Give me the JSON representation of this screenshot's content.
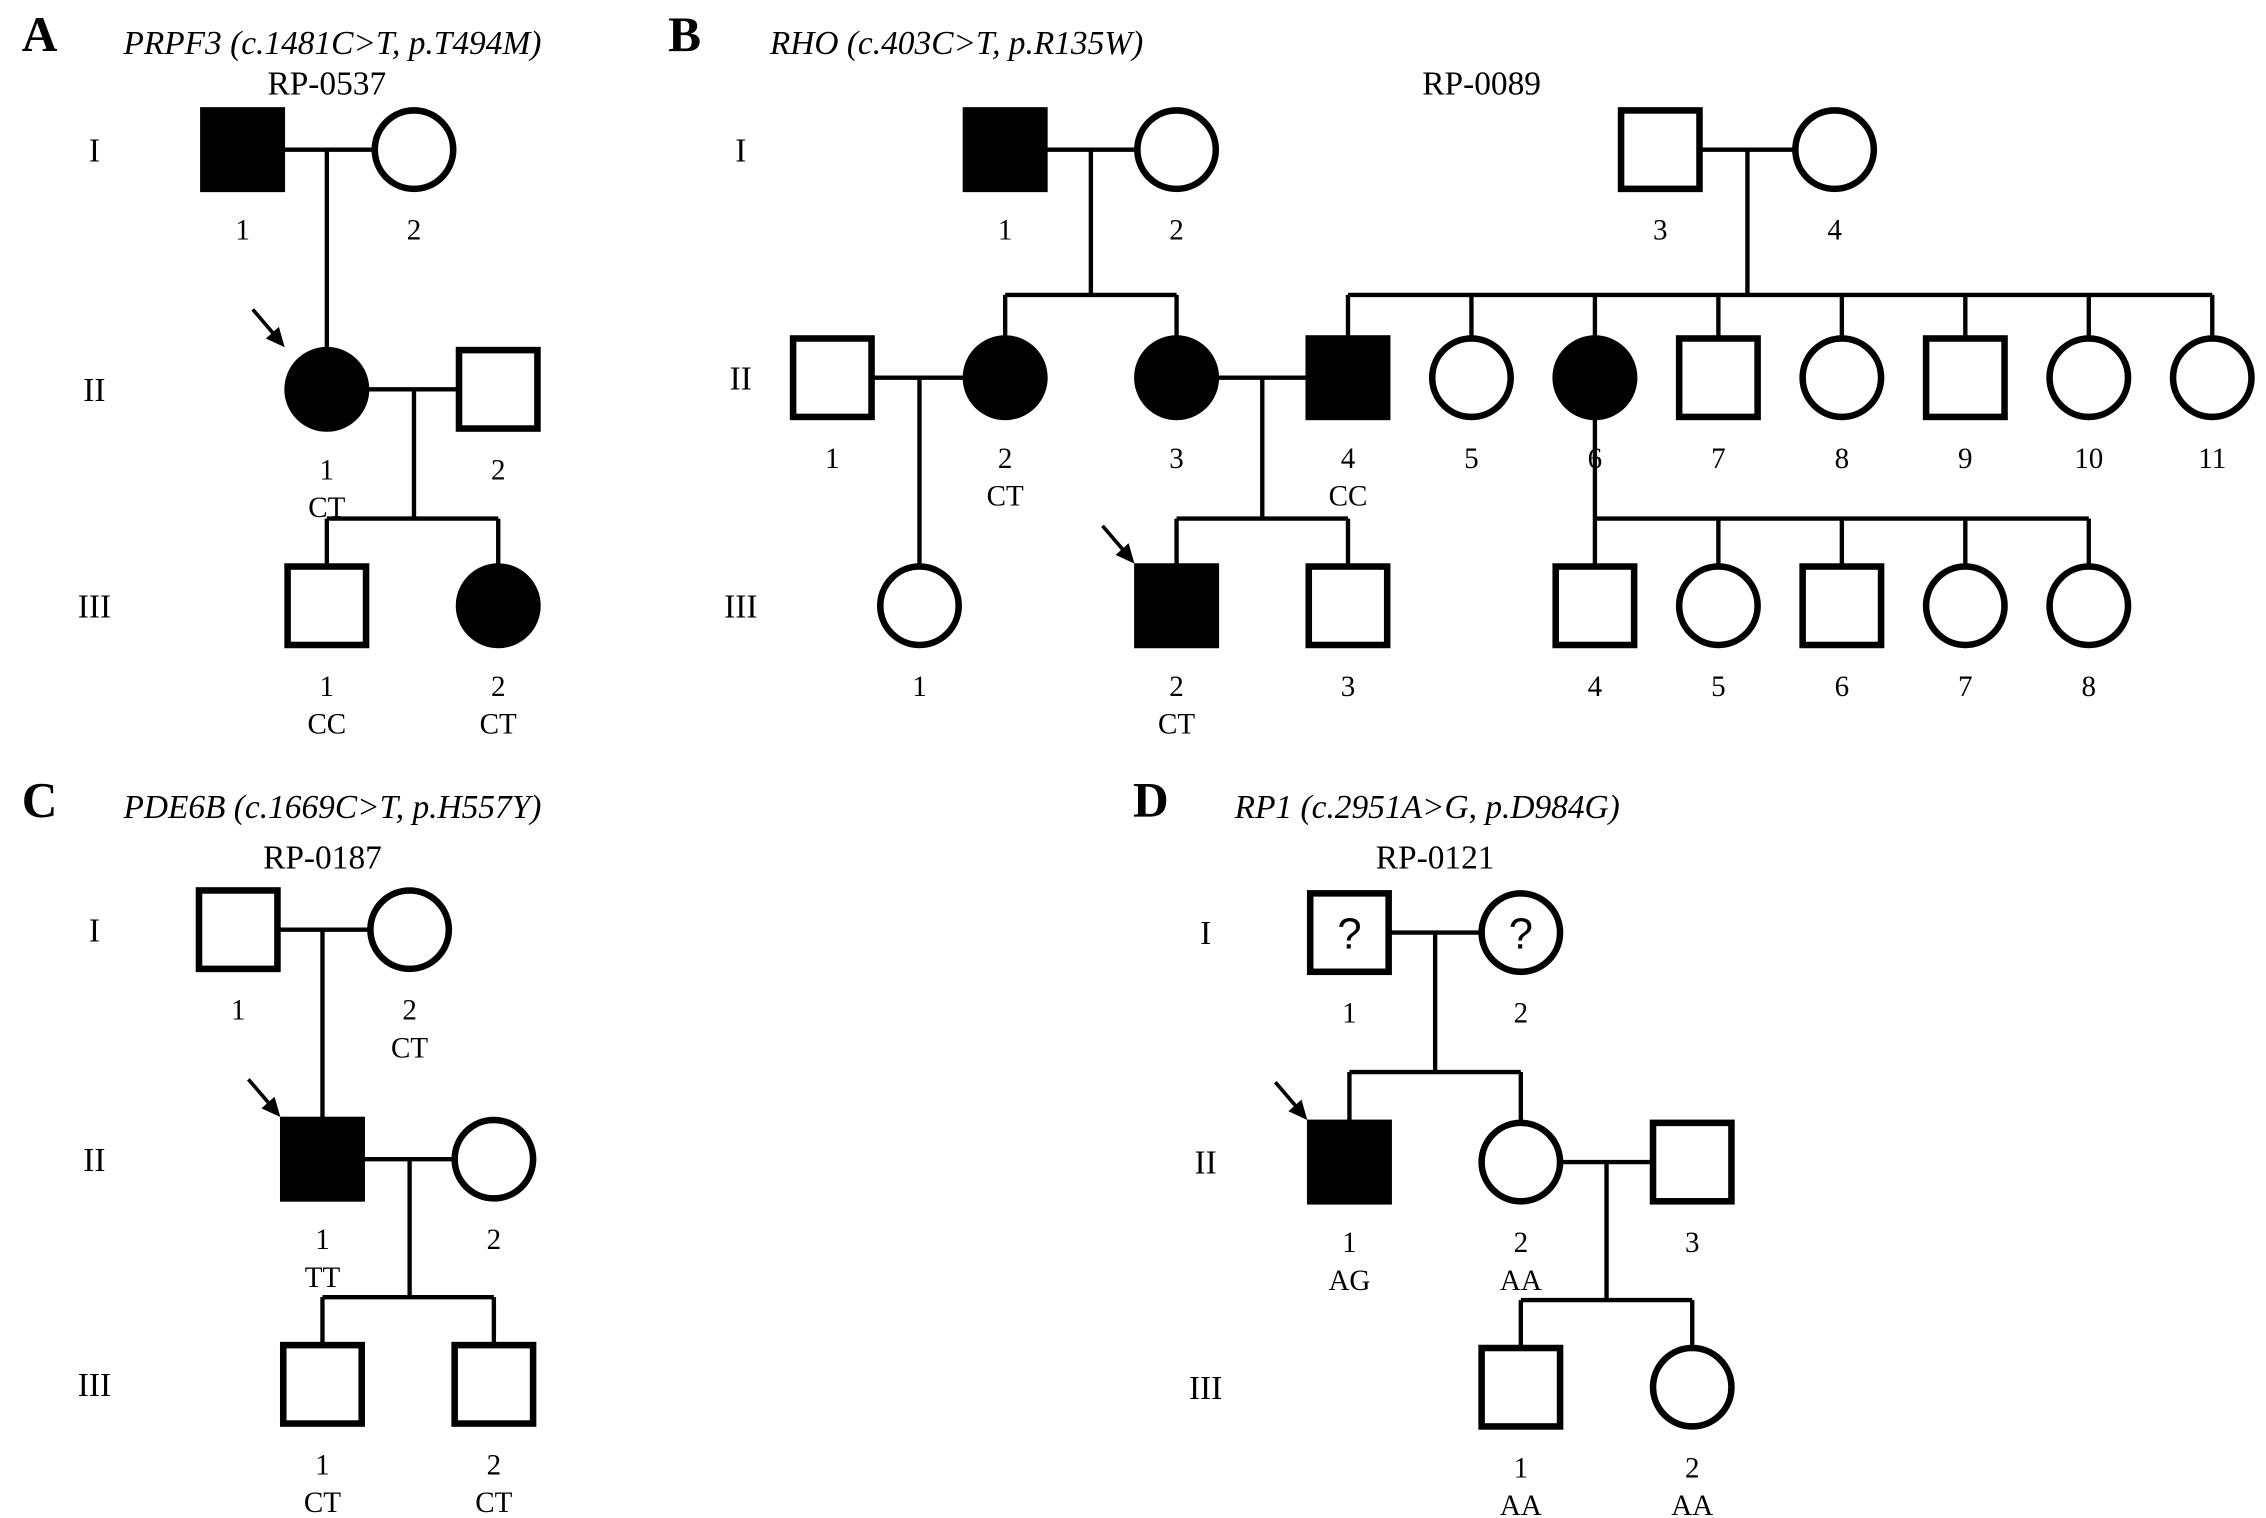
{
  "figure": {
    "panels": [
      {
        "letter": "A",
        "gene_title": "PRPF3 (c.1481C>T, p.T494M)",
        "family_id": "RP-0537",
        "generations": [
          "I",
          "II",
          "III"
        ],
        "individuals": [
          {
            "id": "I-1",
            "gen": "I",
            "num": "1",
            "sex": "male",
            "affected": true,
            "genotype": ""
          },
          {
            "id": "I-2",
            "gen": "I",
            "num": "2",
            "sex": "female",
            "affected": false,
            "genotype": ""
          },
          {
            "id": "II-1",
            "gen": "II",
            "num": "1",
            "sex": "female",
            "affected": true,
            "genotype": "CT",
            "proband": true
          },
          {
            "id": "II-2",
            "gen": "II",
            "num": "2",
            "sex": "male",
            "affected": false,
            "genotype": ""
          },
          {
            "id": "III-1",
            "gen": "III",
            "num": "1",
            "sex": "male",
            "affected": false,
            "genotype": "CC"
          },
          {
            "id": "III-2",
            "gen": "III",
            "num": "2",
            "sex": "female",
            "affected": true,
            "genotype": "CT"
          }
        ]
      },
      {
        "letter": "B",
        "gene_title": "RHO (c.403C>T, p.R135W)",
        "family_id": "RP-0089",
        "generations": [
          "I",
          "II",
          "III"
        ],
        "individuals": [
          {
            "id": "I-1",
            "gen": "I",
            "num": "1",
            "sex": "male",
            "affected": true,
            "genotype": ""
          },
          {
            "id": "I-2",
            "gen": "I",
            "num": "2",
            "sex": "female",
            "affected": false,
            "genotype": ""
          },
          {
            "id": "I-3",
            "gen": "I",
            "num": "3",
            "sex": "male",
            "affected": false,
            "genotype": ""
          },
          {
            "id": "I-4",
            "gen": "I",
            "num": "4",
            "sex": "female",
            "affected": false,
            "genotype": ""
          },
          {
            "id": "II-1",
            "gen": "II",
            "num": "1",
            "sex": "male",
            "affected": false,
            "genotype": ""
          },
          {
            "id": "II-2",
            "gen": "II",
            "num": "2",
            "sex": "female",
            "affected": true,
            "genotype": "CT"
          },
          {
            "id": "II-3",
            "gen": "II",
            "num": "3",
            "sex": "female",
            "affected": true,
            "genotype": ""
          },
          {
            "id": "II-4",
            "gen": "II",
            "num": "4",
            "sex": "male",
            "affected": true,
            "genotype": "CC"
          },
          {
            "id": "II-5",
            "gen": "II",
            "num": "5",
            "sex": "female",
            "affected": false,
            "genotype": ""
          },
          {
            "id": "II-6",
            "gen": "II",
            "num": "6",
            "sex": "female",
            "affected": true,
            "genotype": ""
          },
          {
            "id": "II-7",
            "gen": "II",
            "num": "7",
            "sex": "male",
            "affected": false,
            "genotype": ""
          },
          {
            "id": "II-8",
            "gen": "II",
            "num": "8",
            "sex": "female",
            "affected": false,
            "genotype": ""
          },
          {
            "id": "II-9",
            "gen": "II",
            "num": "9",
            "sex": "male",
            "affected": false,
            "genotype": ""
          },
          {
            "id": "II-10",
            "gen": "II",
            "num": "10",
            "sex": "female",
            "affected": false,
            "genotype": ""
          },
          {
            "id": "II-11",
            "gen": "II",
            "num": "11",
            "sex": "female",
            "affected": false,
            "genotype": ""
          },
          {
            "id": "III-1",
            "gen": "III",
            "num": "1",
            "sex": "female",
            "affected": false,
            "genotype": ""
          },
          {
            "id": "III-2",
            "gen": "III",
            "num": "2",
            "sex": "male",
            "affected": true,
            "genotype": "CT",
            "proband": true
          },
          {
            "id": "III-3",
            "gen": "III",
            "num": "3",
            "sex": "male",
            "affected": false,
            "genotype": ""
          },
          {
            "id": "III-4",
            "gen": "III",
            "num": "4",
            "sex": "male",
            "affected": false,
            "genotype": ""
          },
          {
            "id": "III-5",
            "gen": "III",
            "num": "5",
            "sex": "female",
            "affected": false,
            "genotype": ""
          },
          {
            "id": "III-6",
            "gen": "III",
            "num": "6",
            "sex": "male",
            "affected": false,
            "genotype": ""
          },
          {
            "id": "III-7",
            "gen": "III",
            "num": "7",
            "sex": "female",
            "affected": false,
            "genotype": ""
          },
          {
            "id": "III-8",
            "gen": "III",
            "num": "8",
            "sex": "female",
            "affected": false,
            "genotype": ""
          }
        ]
      },
      {
        "letter": "C",
        "gene_title": "PDE6B (c.1669C>T, p.H557Y)",
        "family_id": "RP-0187",
        "generations": [
          "I",
          "II",
          "III"
        ],
        "individuals": [
          {
            "id": "I-1",
            "gen": "I",
            "num": "1",
            "sex": "male",
            "affected": false,
            "genotype": ""
          },
          {
            "id": "I-2",
            "gen": "I",
            "num": "2",
            "sex": "female",
            "affected": false,
            "genotype": "CT"
          },
          {
            "id": "II-1",
            "gen": "II",
            "num": "1",
            "sex": "male",
            "affected": true,
            "genotype": "TT",
            "proband": true
          },
          {
            "id": "II-2",
            "gen": "II",
            "num": "2",
            "sex": "female",
            "affected": false,
            "genotype": ""
          },
          {
            "id": "III-1",
            "gen": "III",
            "num": "1",
            "sex": "male",
            "affected": false,
            "genotype": "CT"
          },
          {
            "id": "III-2",
            "gen": "III",
            "num": "2",
            "sex": "male",
            "affected": false,
            "genotype": "CT"
          }
        ]
      },
      {
        "letter": "D",
        "gene_title": "RP1 (c.2951A>G, p.D984G)",
        "family_id": "RP-0121",
        "generations": [
          "I",
          "II",
          "III"
        ],
        "individuals": [
          {
            "id": "I-1",
            "gen": "I",
            "num": "1",
            "sex": "male",
            "affected": false,
            "unknown": true,
            "genotype": ""
          },
          {
            "id": "I-2",
            "gen": "I",
            "num": "2",
            "sex": "female",
            "affected": false,
            "unknown": true,
            "genotype": ""
          },
          {
            "id": "II-1",
            "gen": "II",
            "num": "1",
            "sex": "male",
            "affected": true,
            "genotype": "AG",
            "proband": true
          },
          {
            "id": "II-2",
            "gen": "II",
            "num": "2",
            "sex": "female",
            "affected": false,
            "genotype": "AA"
          },
          {
            "id": "II-3",
            "gen": "II",
            "num": "3",
            "sex": "male",
            "affected": false,
            "genotype": ""
          },
          {
            "id": "III-1",
            "gen": "III",
            "num": "1",
            "sex": "male",
            "affected": false,
            "genotype": "AA"
          },
          {
            "id": "III-2",
            "gen": "III",
            "num": "2",
            "sex": "female",
            "affected": false,
            "genotype": "AA"
          }
        ]
      }
    ],
    "unknown_symbol": "?"
  }
}
